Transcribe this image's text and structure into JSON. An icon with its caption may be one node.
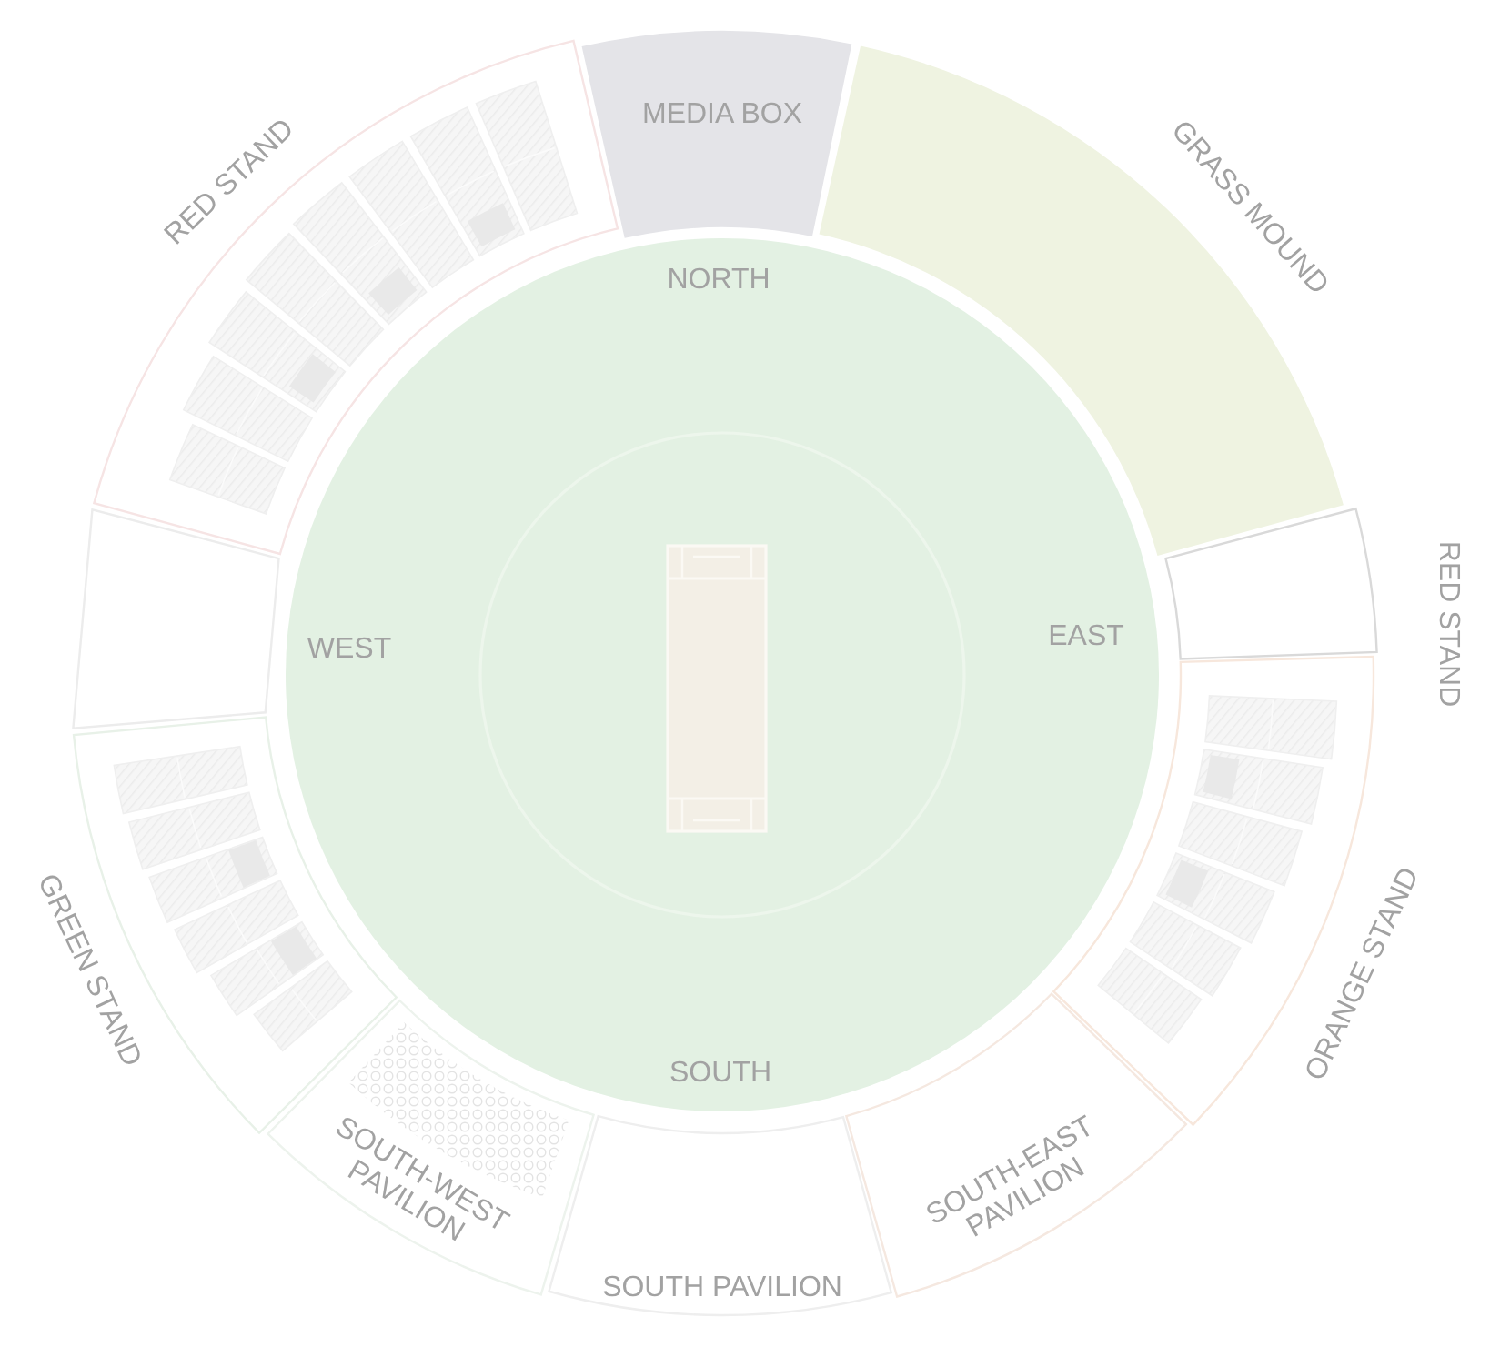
{
  "diagram": {
    "nodes": [
      {
        "text": [
          "MEDIA BOX"
        ]
      },
      {
        "text": [
          "RED STAND"
        ]
      },
      {
        "text": [
          "GRASS MOUND"
        ]
      },
      {
        "text": [
          "NORTH",
          "WEST",
          "EAST",
          "SOUTH"
        ]
      },
      {
        "text": [],
        "shape": "box"
      },
      {
        "text": [
          "RED STAND"
        ]
      },
      {
        "text": [
          "GREEN STAND"
        ]
      },
      {
        "text": [
          "ORANGE STAND"
        ]
      },
      {
        "text": [
          "SOUTH-WEST PAVILION"
        ]
      },
      {
        "text": [
          "SOUTH-EAST PAVILION"
        ]
      },
      {
        "text": [
          "SOUTH PAVILION"
        ]
      }
    ]
  }
}
